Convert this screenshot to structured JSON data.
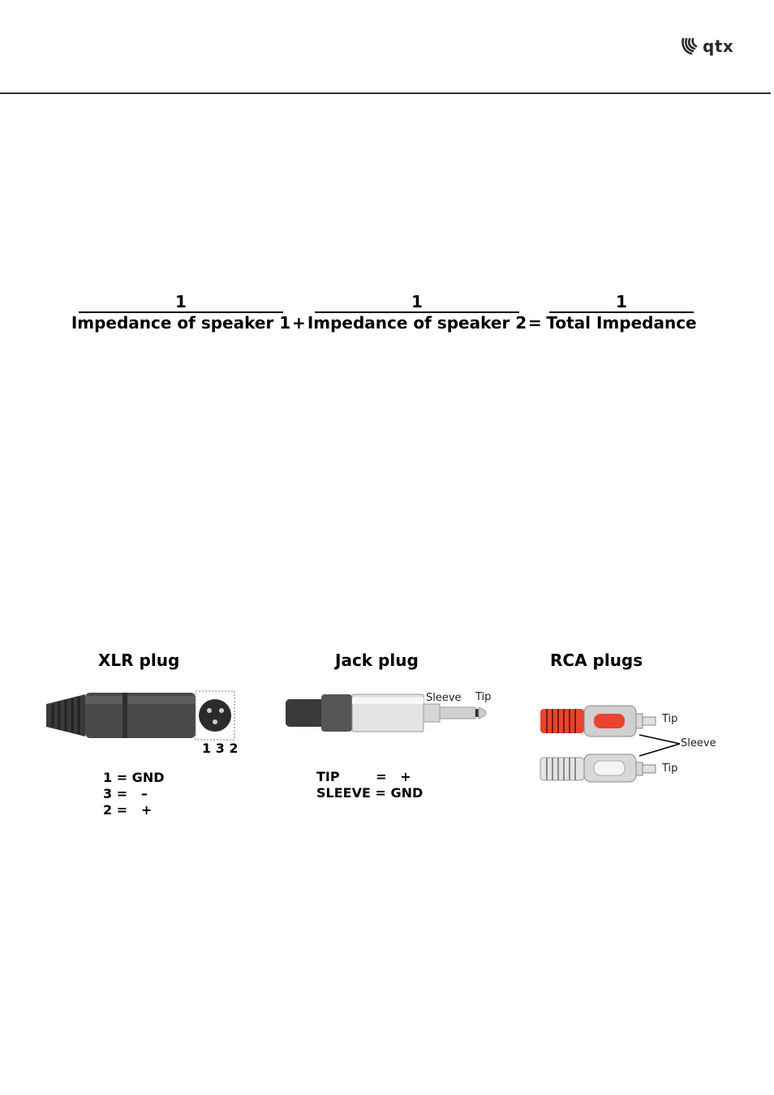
{
  "header": {
    "brand": "qtx"
  },
  "formula": {
    "term1": {
      "numerator": "1",
      "denominator": "Impedance of speaker 1"
    },
    "plus": "+",
    "term2": {
      "numerator": "1",
      "denominator": "Impedance of speaker 2"
    },
    "equals": "=",
    "result": {
      "numerator": "1",
      "denominator": "Total Impedance"
    }
  },
  "plugs": {
    "xlr": {
      "title": "XLR plug",
      "pin_numbers": "1  3  2",
      "pins": [
        {
          "text": "1 = GND"
        },
        {
          "text": "3 =   –"
        },
        {
          "text": "2 =   +"
        }
      ]
    },
    "jack": {
      "title": "Jack plug",
      "sleeve_label": "Sleeve",
      "tip_label": "Tip",
      "pins": [
        {
          "text": "TIP        =   +"
        },
        {
          "text": "SLEEVE = GND"
        }
      ]
    },
    "rca": {
      "title": "RCA plugs",
      "tip_label_top": "Tip",
      "sleeve_label": "Sleeve",
      "tip_label_bottom": "Tip",
      "colors": {
        "red": "#e8452c",
        "white": "#e6e6e6"
      }
    }
  }
}
